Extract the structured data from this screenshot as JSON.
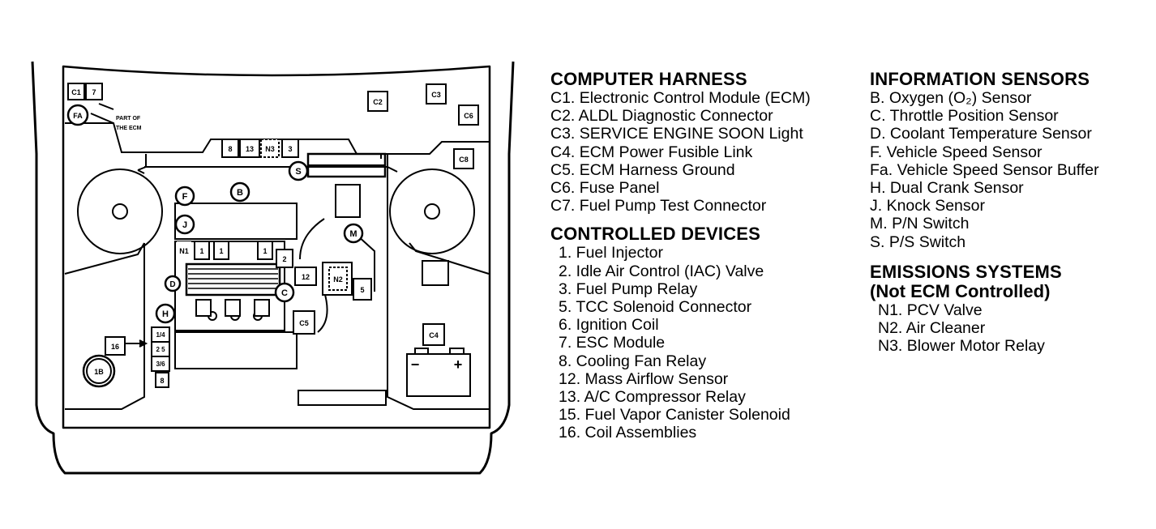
{
  "diagram": {
    "callouts": {
      "c1": "C1",
      "c7": "7",
      "c2": "C2",
      "c3": "C3",
      "c6": "C6",
      "c8": "C8",
      "c4": "C4",
      "c5": "C5",
      "fa": "FA",
      "f": "F",
      "b": "B",
      "j": "J",
      "m": "M",
      "s": "S",
      "d": "D",
      "c": "C",
      "h": "H",
      "n1": "N1",
      "n2": "N2",
      "n3": "N3",
      "r8": "8",
      "r13": "13",
      "r3": "3",
      "r2": "2",
      "r12": "12",
      "r5": "5",
      "r16": "16",
      "r1b": "1B",
      "r14": "1/4",
      "r25": "2 5",
      "r36": "3/6",
      "r8b": "8",
      "r1a": "1",
      "r1b2": "1",
      "r1c": "1",
      "minus": "−",
      "plus": "+"
    },
    "note_line1": "PART OF",
    "note_line2": "THE ECM"
  },
  "legend": {
    "computer_harness": {
      "title": "COMPUTER HARNESS",
      "items": [
        "C1. Electronic Control Module (ECM)",
        "C2. ALDL Diagnostic Connector",
        "C3. SERVICE ENGINE SOON Light",
        "C4. ECM Power Fusible Link",
        "C5. ECM Harness Ground",
        "C6. Fuse Panel",
        "C7. Fuel Pump Test Connector"
      ]
    },
    "controlled_devices": {
      "title": "CONTROLLED DEVICES",
      "items": [
        "1. Fuel Injector",
        "2. Idle Air Control (IAC) Valve",
        "3. Fuel Pump Relay",
        "5. TCC Solenoid Connector",
        "6. Ignition Coil",
        "7. ESC Module",
        "8. Cooling Fan Relay",
        "12. Mass Airflow Sensor",
        "13. A/C Compressor Relay",
        "15. Fuel Vapor Canister Solenoid",
        "16. Coil Assemblies"
      ]
    },
    "information_sensors": {
      "title": "INFORMATION SENSORS",
      "items": [
        "B. Oxygen (O₂) Sensor",
        "C. Throttle Position Sensor",
        "D. Coolant Temperature Sensor",
        "F. Vehicle Speed Sensor",
        "Fa. Vehicle Speed Sensor Buffer",
        "H. Dual Crank Sensor",
        "J. Knock Sensor",
        "M. P/N Switch",
        "S. P/S Switch"
      ]
    },
    "emissions_systems": {
      "title": "EMISSIONS SYSTEMS",
      "subtitle": "(Not ECM Controlled)",
      "items": [
        "N1. PCV Valve",
        "N2. Air Cleaner",
        "N3. Blower Motor Relay"
      ]
    }
  }
}
